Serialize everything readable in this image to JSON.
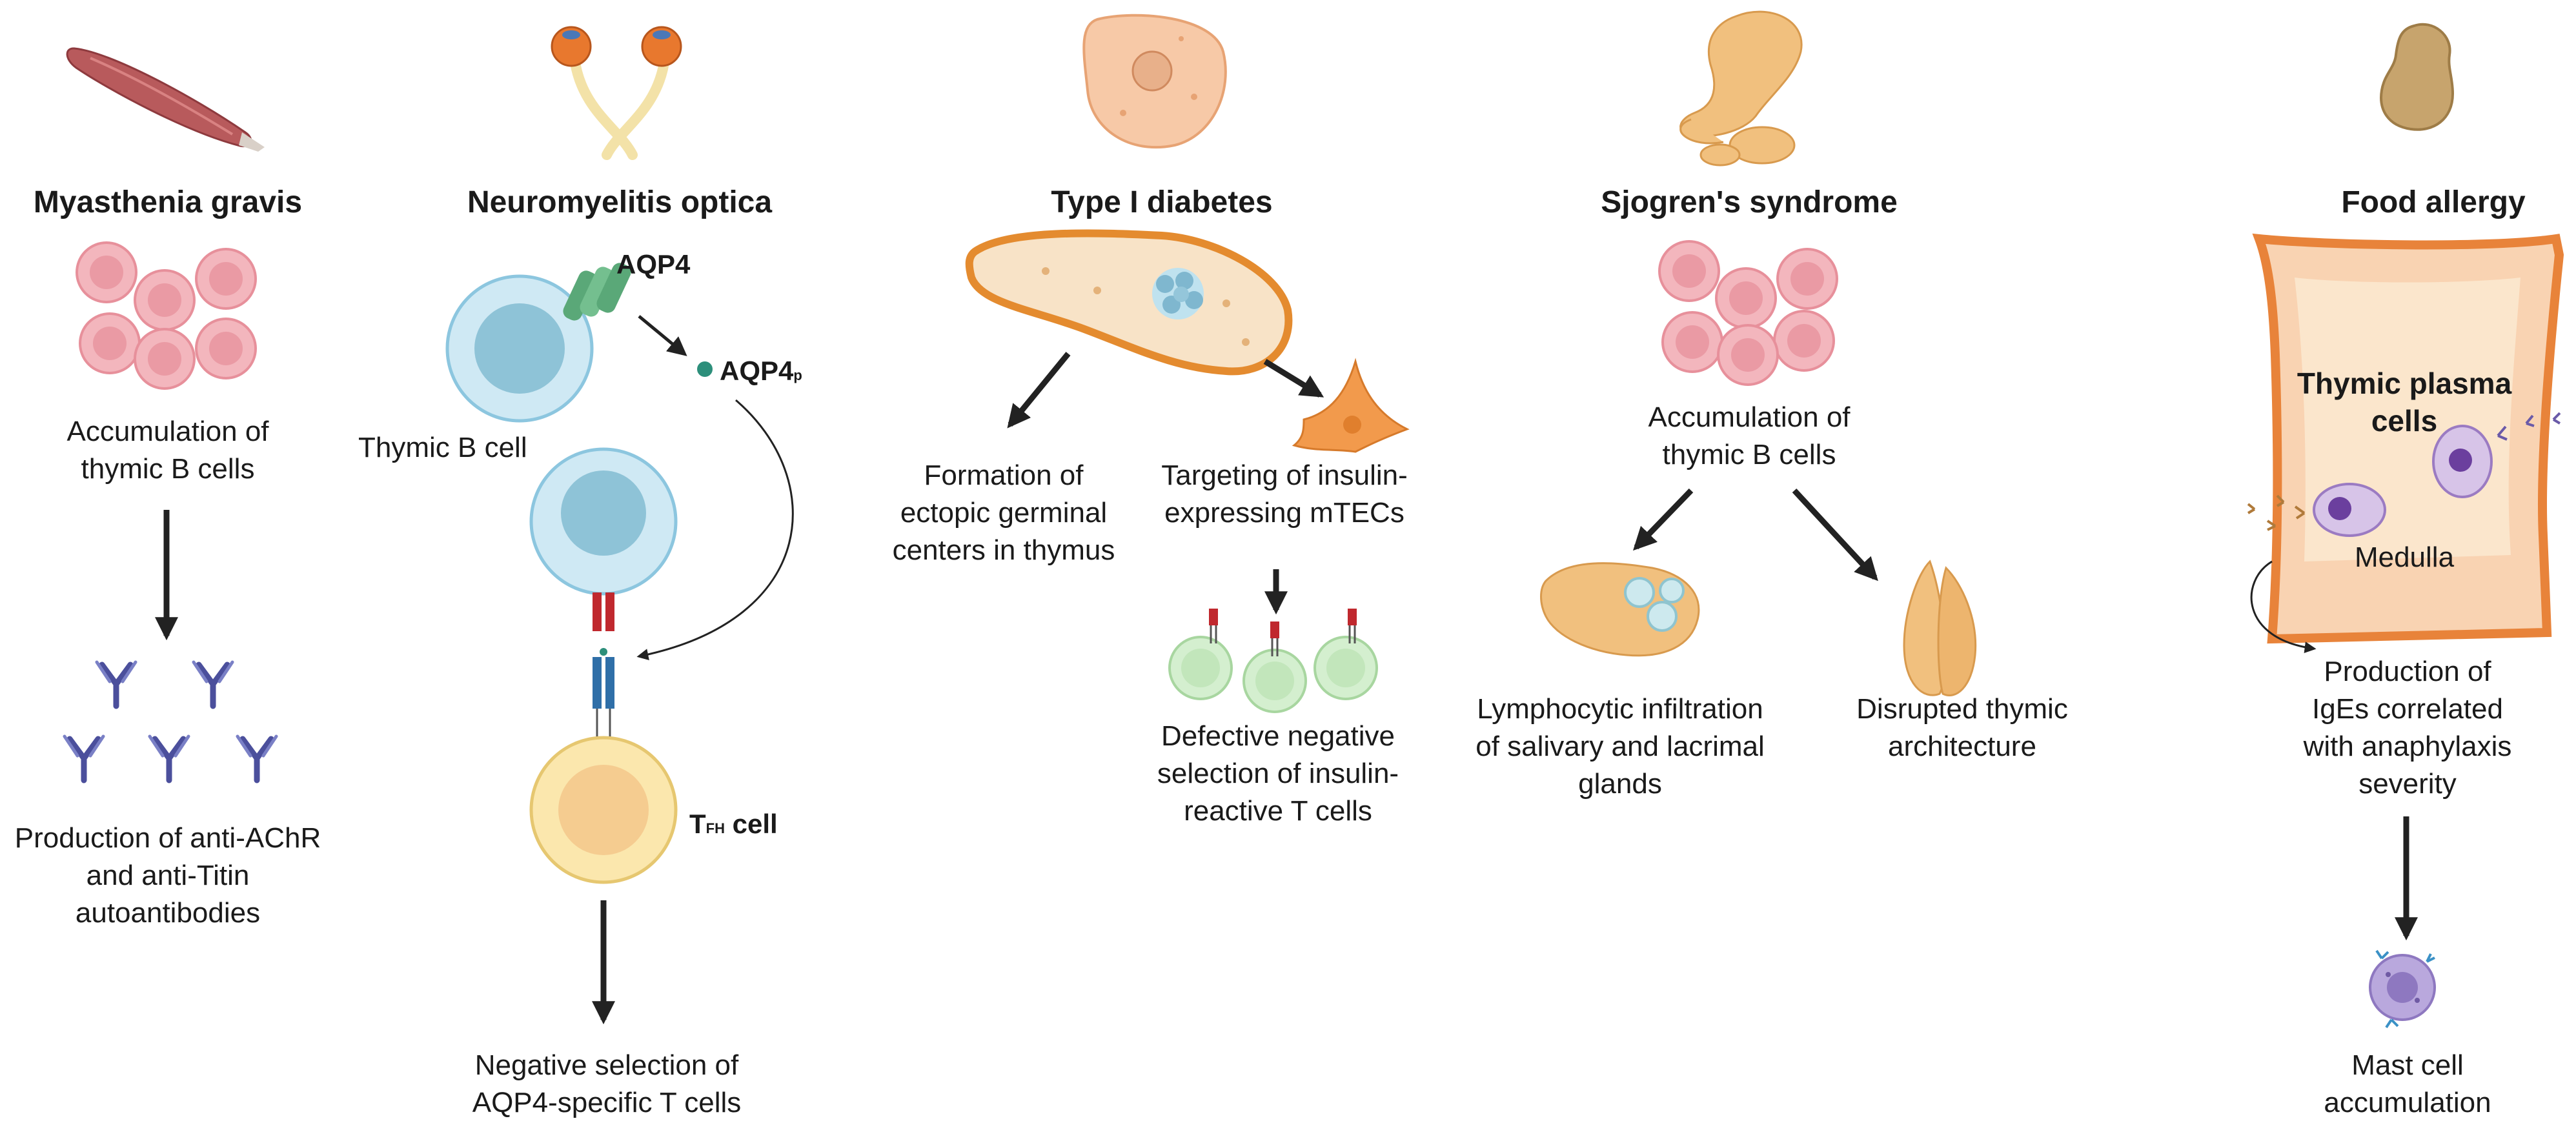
{
  "columns": [
    {
      "title": "Myasthenia gravis",
      "steps": [
        "Accumulation of\nthymic B cells",
        "Production of anti-AChR\nand anti-Titin\nautoantibodies"
      ]
    },
    {
      "title": "Neuromyelitis optica",
      "labels": {
        "aqp4": "AQP4",
        "aqp4p_main": "AQP4",
        "aqp4p_sub": "p",
        "b_cell": "Thymic B cell",
        "tfh_main": "T",
        "tfh_sub": "FH",
        "tfh_tail": " cell"
      },
      "steps": [
        "Negative selection of\nAQP4-specific T cells"
      ]
    },
    {
      "title": "Type I diabetes",
      "steps": [
        "Formation of\nectopic germinal\ncenters in thymus",
        "Targeting of insulin-\nexpressing mTECs",
        "Defective negative\nselection of insulin-\nreactive T cells"
      ]
    },
    {
      "title": "Sjogren's syndrome",
      "steps": [
        "Accumulation of\nthymic B cells",
        "Lymphocytic infiltration\nof salivary and lacrimal\nglands",
        "Disrupted thymic\narchitecture"
      ]
    },
    {
      "title": "Food allergy",
      "labels": {
        "plasma": "Thymic plasma\ncells",
        "medulla": "Medulla"
      },
      "steps": [
        "Production of\nIgEs correlated\nwith anaphylaxis\nseverity",
        "Mast cell\naccumulation"
      ]
    }
  ],
  "colors": {
    "arrow": "#222222",
    "b_cell_pink": "#f3b6bd",
    "b_cell_blue": "#bfe3f1",
    "tfh_yellow": "#fbe7ad",
    "gland_orange": "#f0a35e",
    "t_cell_green": "#d4efcf",
    "antibody": "#4b4f9c",
    "mast_purple": "#b9a8dd"
  },
  "icons": [
    "muscle-icon",
    "optic-nerve-icon",
    "pancreas-cell-icon",
    "salivary-gland-icon",
    "peanut-icon"
  ]
}
